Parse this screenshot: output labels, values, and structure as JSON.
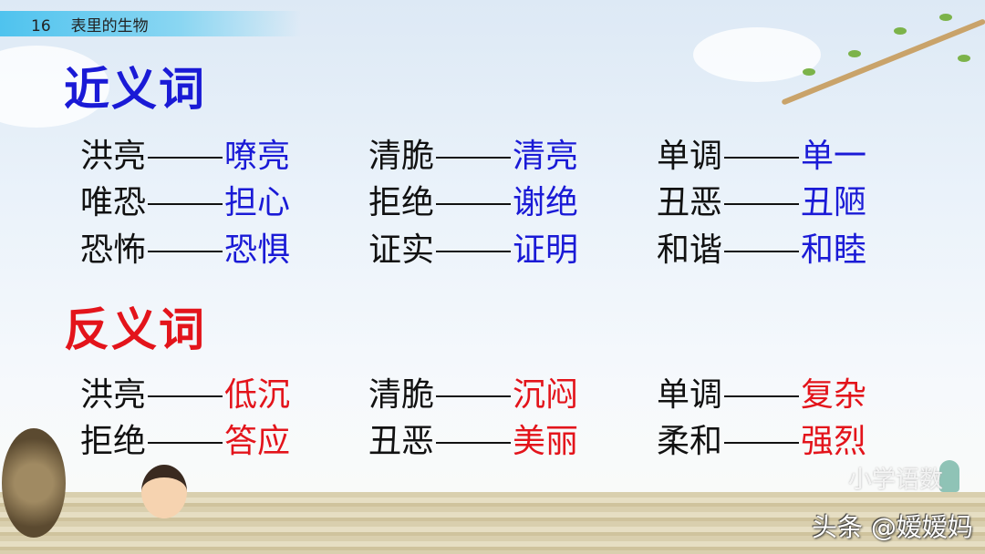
{
  "header": {
    "lesson_number": "16",
    "lesson_title": "表里的生物"
  },
  "synonyms": {
    "title": "近义词",
    "color": "#1a1ad6",
    "rows": [
      [
        {
          "word": "洪亮",
          "pair": "嘹亮"
        },
        {
          "word": "清脆",
          "pair": "清亮"
        },
        {
          "word": "单调",
          "pair": "单一"
        }
      ],
      [
        {
          "word": "唯恐",
          "pair": "担心"
        },
        {
          "word": "拒绝",
          "pair": "谢绝"
        },
        {
          "word": "丑恶",
          "pair": "丑陋"
        }
      ],
      [
        {
          "word": "恐怖",
          "pair": "恐惧"
        },
        {
          "word": "证实",
          "pair": "证明"
        },
        {
          "word": "和谐",
          "pair": "和睦"
        }
      ]
    ]
  },
  "antonyms": {
    "title": "反义词",
    "color": "#e3141b",
    "rows": [
      [
        {
          "word": "洪亮",
          "pair": "低沉"
        },
        {
          "word": "清脆",
          "pair": "沉闷"
        },
        {
          "word": "单调",
          "pair": "复杂"
        }
      ],
      [
        {
          "word": "拒绝",
          "pair": "答应"
        },
        {
          "word": "丑恶",
          "pair": "美丽"
        },
        {
          "word": "柔和",
          "pair": "强烈"
        }
      ]
    ]
  },
  "watermark": {
    "faint": "小学语数",
    "main": "头条 @嫒嫒妈"
  }
}
